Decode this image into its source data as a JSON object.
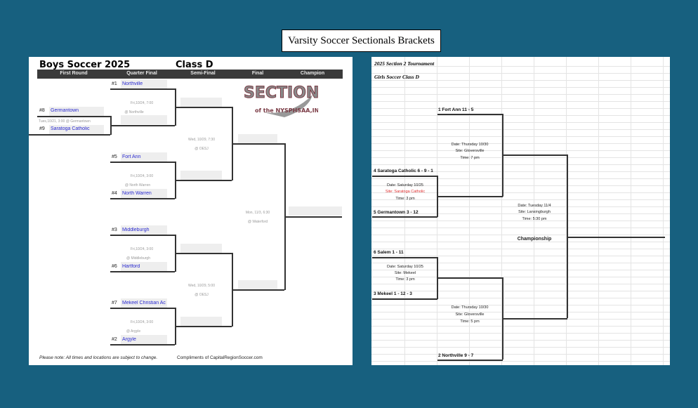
{
  "page_title": "Varsity Soccer Sectionals Brackets",
  "boys": {
    "title": "Boys Soccer 2025",
    "class": "Class D",
    "columns": [
      "First Round",
      "Quarter Final",
      "Semi-Final",
      "Final",
      "Champion"
    ],
    "logo_text": "SECTION 2 of the NYSPHSAA, INC.",
    "first_round": {
      "teams": [
        {
          "seed": "#8",
          "name": "Germantown"
        },
        {
          "seed": "#9",
          "name": "Saratoga Catholic"
        }
      ],
      "info": "Tues,10/21, 3:00 @ Germantown"
    },
    "quarter_finals": [
      {
        "top": {
          "seed": "#1",
          "name": "Northville"
        },
        "bottom": {
          "seed": "",
          "name": ""
        },
        "date": "Fri,10/24, 7:00",
        "site": "@ Northville"
      },
      {
        "top": {
          "seed": "#5",
          "name": "Fort Ann"
        },
        "bottom": {
          "seed": "#4",
          "name": "North Warren"
        },
        "date": "Fri,10/24, 3:00",
        "site": "@ North Warren"
      },
      {
        "top": {
          "seed": "#3",
          "name": "Middleburgh"
        },
        "bottom": {
          "seed": "#6",
          "name": "Hartford"
        },
        "date": "Fri,10/24, 3:00",
        "site": "@ Middleburgh"
      },
      {
        "top": {
          "seed": "#7",
          "name": "Mekeel Christian Ac"
        },
        "bottom": {
          "seed": "#2",
          "name": "Argyle"
        },
        "date": "Fri,10/24, 3:00",
        "site": "@ Argyle"
      }
    ],
    "semi_finals": [
      {
        "date": "Wed, 10/29, 7:30",
        "site": "@ OESJ"
      },
      {
        "date": "Wed, 10/29, 5:00",
        "site": "@ OESJ"
      }
    ],
    "final": {
      "date": "Mon, 11/3, 6:30",
      "site": "@ Waterford"
    },
    "note": "Please note: All times and locations are subject to change.",
    "credit": "Compliments of CapitalRegionSoccer.com"
  },
  "girls": {
    "title": "2025 Section 2 Tournament",
    "subtitle": "Girls Soccer Class D",
    "teams": {
      "t1": "1  Fort Ann  11 - 5",
      "t4": "4  Saratoga Catholic  6 - 9 - 1",
      "t5": "5  Germantown  3 - 12",
      "t6": "6  Salem 1 - 11",
      "t3": "3  Mekeel  1 - 12 - 3",
      "t2": "2  Northville  9 - 7"
    },
    "qf1": {
      "date": "Date: Saturday 10/25",
      "site": "Site: Saratoga Catholic",
      "time": "Time: 3 pm"
    },
    "qf2": {
      "date": "Date: Saturday 10/25",
      "site": "Site: Mekeel",
      "time": "Time: 3 pm"
    },
    "sf1": {
      "date": "Date: Thursday 10/30",
      "site": "Site: Gloversville",
      "time": "Time: 7 pm"
    },
    "sf2": {
      "date": "Date: Thursday 10/30",
      "site": "Site: Gloversville",
      "time": "Time: 5 pm"
    },
    "final": {
      "date": "Date: Tuesday 11/4",
      "site": "Site: Lansingburgh",
      "time": "Time: 5:30 pm",
      "label": "Championship"
    },
    "alert_color": "#e03030"
  }
}
